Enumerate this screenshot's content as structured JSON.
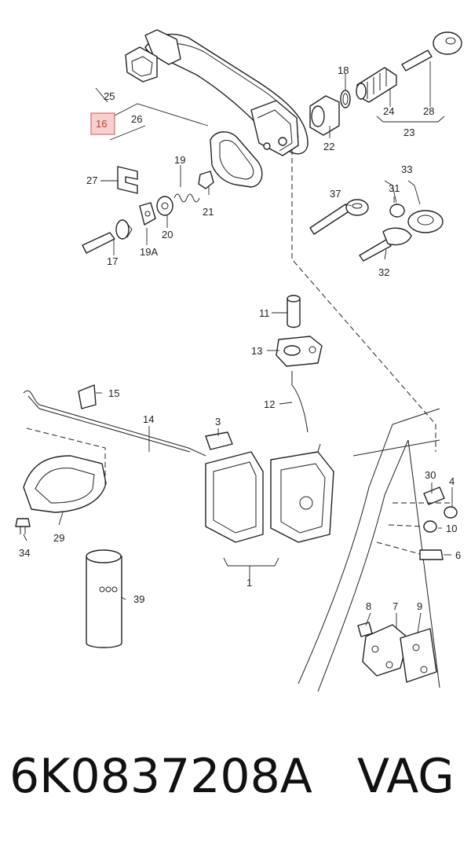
{
  "callouts": {
    "c1": "1",
    "c3": "3",
    "c4": "4",
    "c6": "6",
    "c7": "7",
    "c8": "8",
    "c9": "9",
    "c10": "10",
    "c11": "11",
    "c12": "12",
    "c13": "13",
    "c14": "14",
    "c15": "15",
    "c16": "16",
    "c17": "17",
    "c18": "18",
    "c19": "19",
    "c19a": "19A",
    "c20": "20",
    "c21": "21",
    "c22": "22",
    "c23": "23",
    "c24": "24",
    "c25": "25",
    "c26": "26",
    "c27": "27",
    "c28": "28",
    "c29": "29",
    "c30": "30",
    "c31": "31",
    "c32": "32",
    "c33": "33",
    "c34": "34",
    "c37": "37",
    "c39": "39"
  },
  "highlighted_callout": "16",
  "colors": {
    "highlight_fill": "#f6cfcf",
    "highlight_stroke": "#e06a6a",
    "ink": "#222222"
  },
  "footer": {
    "part_number": "6K0837208A",
    "brand": "VAG"
  }
}
